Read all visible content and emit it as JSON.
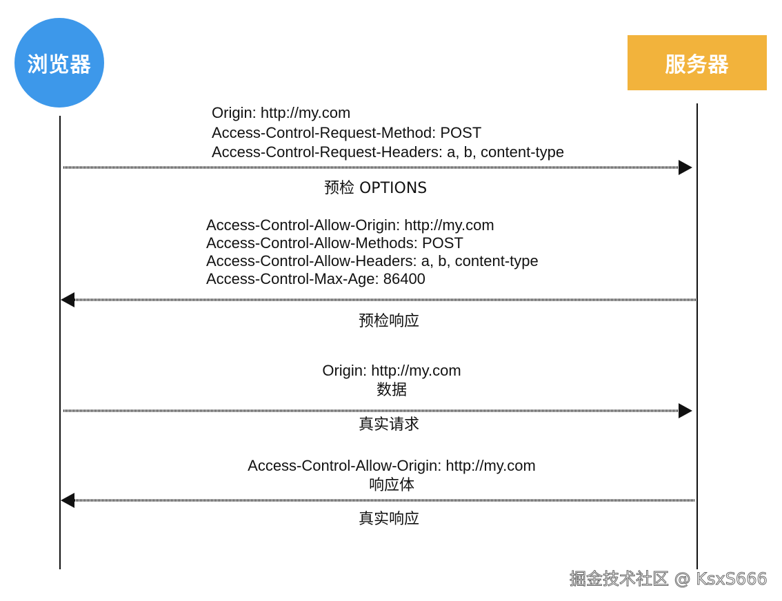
{
  "actors": {
    "browser": {
      "label": "浏览器",
      "color": "#3d98ea"
    },
    "server": {
      "label": "服务器",
      "color": "#f2b33c"
    }
  },
  "messages": [
    {
      "id": "preflight-request",
      "direction": "browser-to-server",
      "headers": [
        "Origin: http://my.com",
        "Access-Control-Request-Method: POST",
        "Access-Control-Request-Headers: a, b, content-type"
      ],
      "label": "预检 OPTIONS"
    },
    {
      "id": "preflight-response",
      "direction": "server-to-browser",
      "headers": [
        "Access-Control-Allow-Origin: http://my.com",
        "Access-Control-Allow-Methods: POST",
        "Access-Control-Allow-Headers: a, b, content-type",
        "Access-Control-Max-Age: 86400"
      ],
      "label": "预检响应"
    },
    {
      "id": "actual-request",
      "direction": "browser-to-server",
      "headers": [
        "Origin: http://my.com",
        "数据"
      ],
      "label": "真实请求"
    },
    {
      "id": "actual-response",
      "direction": "server-to-browser",
      "headers": [
        "Access-Control-Allow-Origin: http://my.com",
        "响应体"
      ],
      "label": "真实响应"
    }
  ],
  "watermark": "掘金技术社区 @ KsxS666"
}
